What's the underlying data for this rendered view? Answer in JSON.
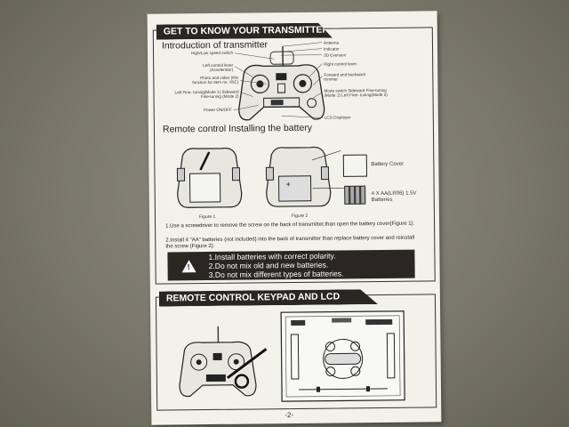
{
  "section1": {
    "title": "GET TO KNOW YOUR TRANSMITTER"
  },
  "intro": {
    "heading": "Introduction of transmitter",
    "labels_left": [
      "High/Low speed switch",
      "Left control lever (Accelerator)",
      "Photo and video (this function for item no. X5C)",
      "Left Fine- tuning(Mode 1) Sideward Fine-tuning (Mode 2)",
      "Power ON/OFF"
    ],
    "labels_right": [
      "Antenna",
      "Indicator",
      "3D Eversion",
      "Right control lever",
      "Forward and backward trimmer",
      "Mode switch Sideward Fine-tuning (Mode 1) Left Fine- tuning(Mode 2)",
      "LCD Displayer"
    ]
  },
  "battery": {
    "heading": "Remote control Installing the battery",
    "figure1": "Figure 1",
    "figure2": "Figure 2",
    "cover_label": "Battery Cover",
    "battery_label": "4 X AA(LR06) 1.5V Batteries"
  },
  "instructions": [
    "1.Use a screwdriver to remove the screw on the back of transmitter,than open the battery cover(Figure 1).",
    "2.Install 4 \"AA\" batteries (not included) into the back of transmitter than replace battery cover and reinstall the screw (Figure 2)."
  ],
  "warnings": [
    "1.Install batteries with correct polarity.",
    "2.Do not mix old and new batteries.",
    "3.Do not mix different types of batteries."
  ],
  "section2": {
    "title": "REMOTE CONTROL KEYPAD AND LCD MANUAL"
  },
  "page_number": "-2-",
  "colors": {
    "banner": "#2a2622",
    "paper": "#f2f1ea",
    "background": "#7a796b"
  }
}
